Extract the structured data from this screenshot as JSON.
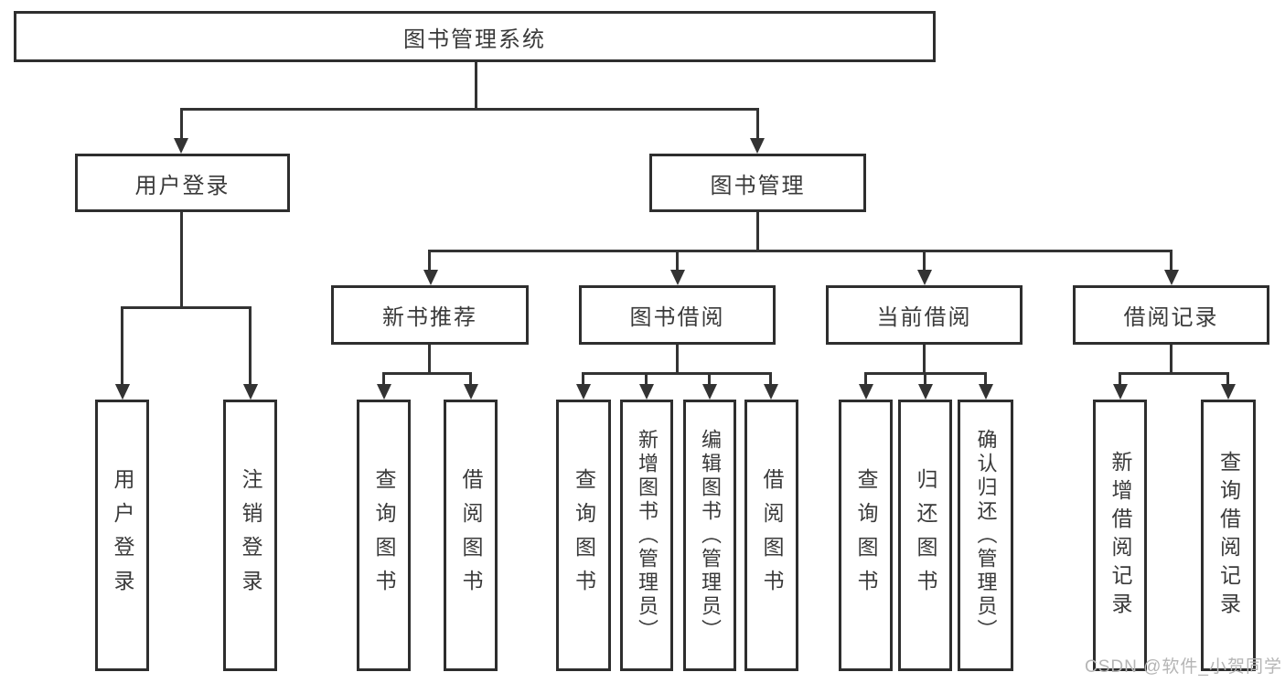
{
  "diagram": {
    "root": {
      "label": "图书管理系统"
    },
    "level2": [
      {
        "label": "用户登录"
      },
      {
        "label": "图书管理"
      }
    ],
    "level3": [
      {
        "label": "新书推荐",
        "parent": "图书管理"
      },
      {
        "label": "图书借阅",
        "parent": "图书管理"
      },
      {
        "label": "当前借阅",
        "parent": "图书管理"
      },
      {
        "label": "借阅记录",
        "parent": "图书管理"
      }
    ],
    "leaves": [
      {
        "label": "用户登录",
        "parent": "用户登录"
      },
      {
        "label": "注销登录",
        "parent": "用户登录"
      },
      {
        "label": "查询图书",
        "parent": "新书推荐"
      },
      {
        "label": "借阅图书",
        "parent": "新书推荐"
      },
      {
        "label": "查询图书",
        "parent": "图书借阅"
      },
      {
        "label": "新增图书（管理员）",
        "parent": "图书借阅"
      },
      {
        "label": "编辑图书（管理员）",
        "parent": "图书借阅"
      },
      {
        "label": "借阅图书",
        "parent": "图书借阅"
      },
      {
        "label": "查询图书",
        "parent": "当前借阅"
      },
      {
        "label": "归还图书",
        "parent": "当前借阅"
      },
      {
        "label": "确认归还（管理员）",
        "parent": "当前借阅"
      },
      {
        "label": "新增借阅记录",
        "parent": "借阅记录"
      },
      {
        "label": "查询借阅记录",
        "parent": "借阅记录"
      }
    ],
    "colors": {
      "line": "#333333",
      "border": "#2e2e2e",
      "text": "#3a3a3a"
    }
  },
  "watermark": {
    "text": "CSDN @软件_小贺同学"
  }
}
